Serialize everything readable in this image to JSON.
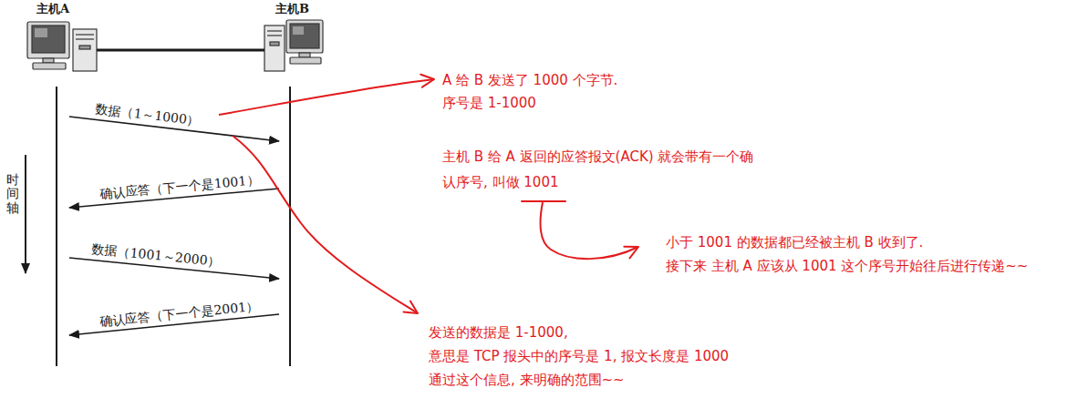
{
  "diagram": {
    "nodes": [
      {
        "text": [
          "主机A"
        ]
      },
      {
        "text": [
          "主机B"
        ]
      }
    ],
    "edges": [
      {
        "from": 0,
        "to": 1,
        "arrow": "none"
      }
    ],
    "labels": [
      "时间轴",
      "数据（1～1000）",
      "确认应答（下一个是1001）",
      "数据（1001～2000）",
      "确认应答（下一个是2001）",
      "A 给 B 发送了 1000 个字节.",
      "序号是 1-1000",
      "主机 B 给 A 返回的应答报文(ACK) 就会带有一个确 认序号, 叫做 1001",
      "小于 1001 的数据都已经被主机 B 收到了.",
      "接下来 主机 A 应该从 1001 这个序号开始往后进行传递~~",
      "发送的数据是 1-1000,",
      "意思是 TCP 报头中的序号是 1, 报文长度是 1000",
      "通过这个信息, 来明确的范围~~"
    ]
  }
}
